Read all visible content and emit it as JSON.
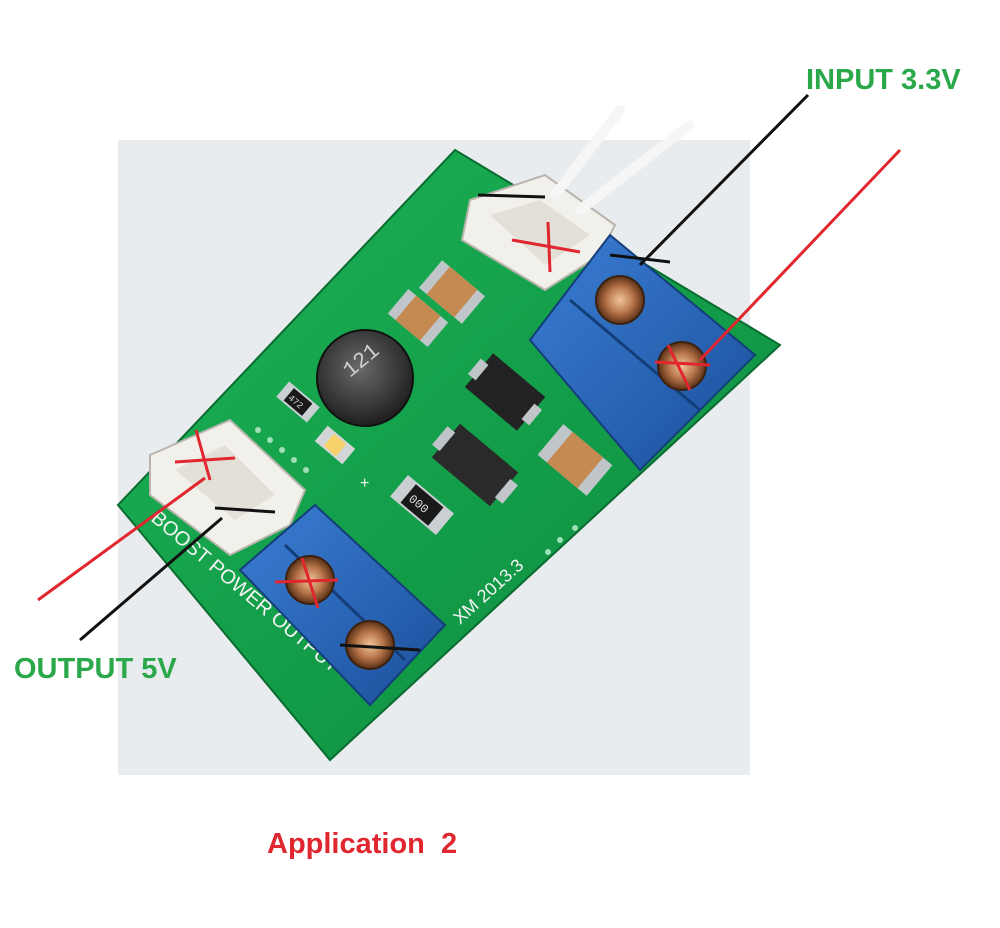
{
  "labels": {
    "input": "INPUT 3.3V",
    "output": "OUTPUT 5V",
    "caption": "Application  2"
  },
  "pcb_silkscreen": {
    "edge_text": "BOOST POWER OUTPUT",
    "version_text": "XM 2013.3",
    "inductor_marking": "121",
    "resistor_marking": "000",
    "small_resistor_marking": "472",
    "plus_mark": "+"
  },
  "colors": {
    "label_green": "#2aa84a",
    "caption_red": "#e0262e",
    "wire_red": "#e0262e",
    "wire_black": "#111111",
    "pcb_green": "#13a04a",
    "terminal_blue": "#2262b8",
    "connector_white": "#f2f0ea",
    "photo_backdrop": "#e9ecef"
  }
}
